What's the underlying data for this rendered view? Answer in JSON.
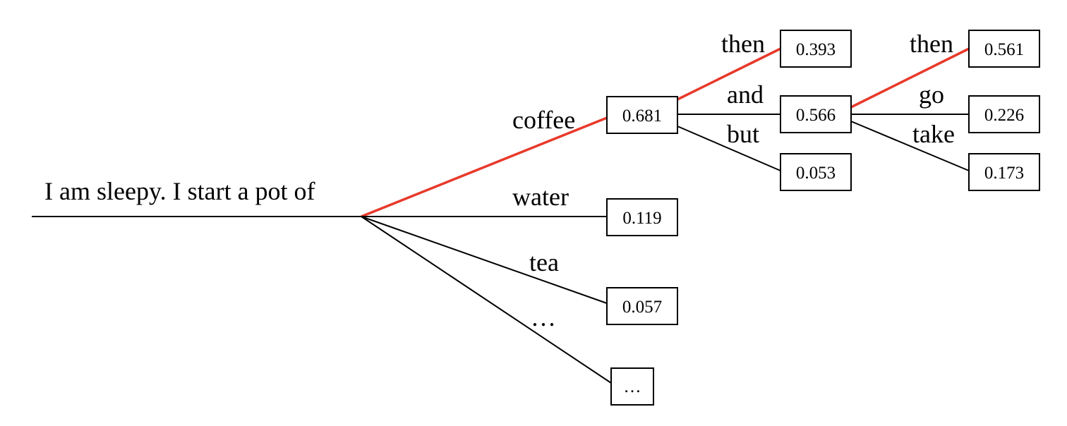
{
  "prompt": "I am sleepy. I start a pot of",
  "level1": [
    {
      "word": "coffee",
      "prob": "0.681",
      "highlight": true
    },
    {
      "word": "water",
      "prob": "0.119",
      "highlight": false
    },
    {
      "word": "tea",
      "prob": "0.057",
      "highlight": false
    },
    {
      "word": "…",
      "prob": "…",
      "highlight": false
    }
  ],
  "level2": [
    {
      "word": "then",
      "prob": "0.393",
      "highlight": true
    },
    {
      "word": "and",
      "prob": "0.566",
      "highlight": false
    },
    {
      "word": "but",
      "prob": "0.053",
      "highlight": false
    }
  ],
  "level3": [
    {
      "word": "then",
      "prob": "0.561",
      "highlight": true
    },
    {
      "word": "go",
      "prob": "0.226",
      "highlight": false
    },
    {
      "word": "take",
      "prob": "0.173",
      "highlight": false
    }
  ],
  "colors": {
    "highlight": "#e8392a",
    "line": "#000000"
  }
}
